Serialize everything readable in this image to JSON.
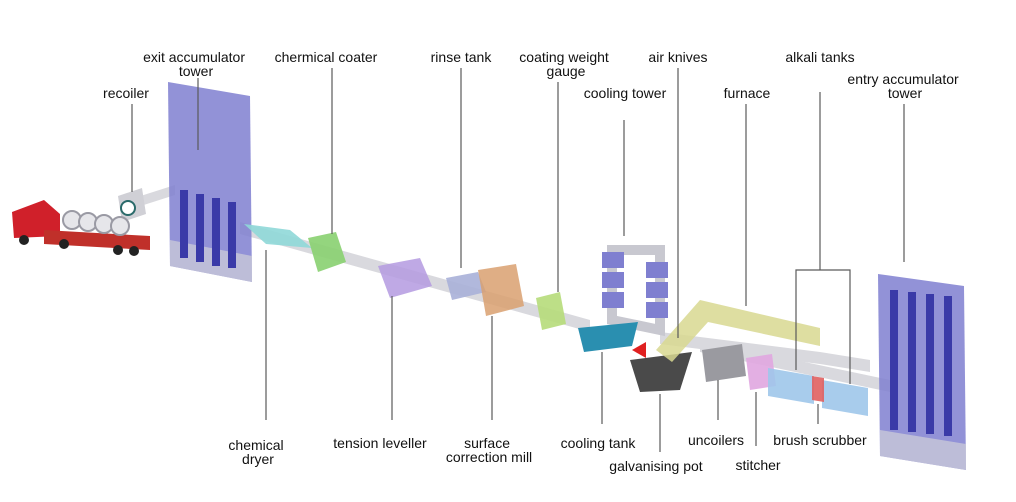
{
  "diagram": {
    "colors": {
      "tower": "#7f7fd0",
      "tower_roll": "#3a3aa8",
      "strip": "#d9d9de",
      "furnace": "#d8d890",
      "zinc_pot": "#4a4a4a",
      "cooling_tank": "#2a8fb0",
      "alkali_tank": "#9fc6ea",
      "dryer": "#8fd8d8",
      "coater": "#88d070",
      "leveller": "#b49ae0",
      "correction_mill": "#d9a070",
      "gauge": "#b6dc7a",
      "stitcher": "#e0a6e0",
      "scrubber": "#e06060",
      "truck": "#d0202a",
      "air_knives": "#e02020"
    },
    "labels": {
      "exit_accumulator_tower": [
        "exit accumulator",
        "tower"
      ],
      "recoiler": "recoiler",
      "chemical_coater": "chermical coater",
      "rinse_tank": "rinse tank",
      "coating_weight_gauge": [
        "coating weight",
        "gauge"
      ],
      "air_knives": "air knives",
      "alkali_tanks": "alkali tanks",
      "cooling_tower": "cooling tower",
      "furnace": "furnace",
      "entry_accumulator_tower": [
        "entry accumulator",
        "tower"
      ],
      "chemical_dryer": [
        "chemical",
        "dryer"
      ],
      "tension_leveller": "tension leveller",
      "surface_correction_mill": [
        "surface",
        "correction mill"
      ],
      "cooling_tank": "cooling tank",
      "galvanising_pot": "galvanising pot",
      "uncoilers": "uncoilers",
      "brush_scrubber": "brush scrubber",
      "stitcher": "stitcher"
    }
  }
}
